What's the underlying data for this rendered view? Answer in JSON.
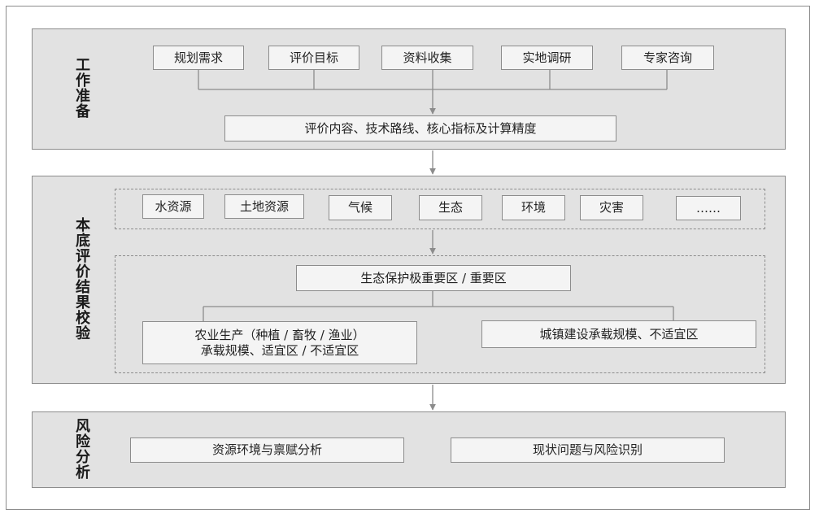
{
  "sections": [
    {
      "title": "工作准备",
      "items": [
        "规划需求",
        "评价目标",
        "资料收集",
        "实地调研",
        "专家咨询"
      ],
      "summary": "评价内容、技术路线、核心指标及计算精度"
    },
    {
      "title": "本底评价结果校验",
      "resources": [
        "水资源",
        "土地资源",
        "气候",
        "生态",
        "环境",
        "灾害",
        "……"
      ],
      "eco": "生态保护极重要区 / 重要区",
      "agri": "农业生产（种植 / 畜牧 / 渔业）\n承载规模、适宜区 / 不适宜区",
      "urban": "城镇建设承载规模、不适宜区"
    },
    {
      "title": "风险分析",
      "items": [
        "资源环境与禀赋分析",
        "现状问题与风险识别"
      ]
    }
  ]
}
